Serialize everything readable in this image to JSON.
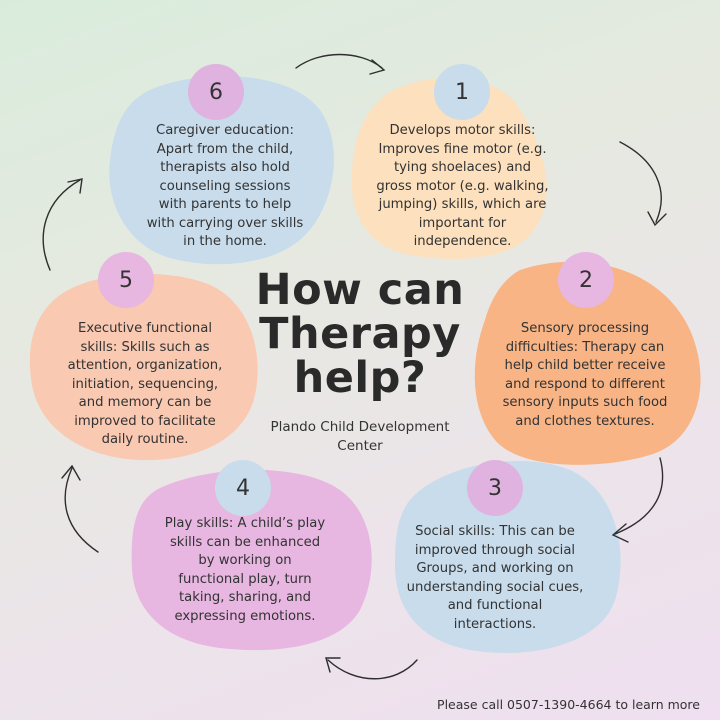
{
  "title": {
    "line1": "How can",
    "line2": "Therapy",
    "line3": "help?"
  },
  "subtitle": {
    "line1": "Plando Child Development",
    "line2": "Center"
  },
  "footer": "Please call 0507-1390-4664  to learn more",
  "colors": {
    "peach": "#fde0bd",
    "orange": "#f9b485",
    "blue": "#c8dcec",
    "pink": "#e7b6e1",
    "salmon": "#f9c9b2",
    "lavender_badge": "#e7b6e1",
    "blue_badge": "#c8dcec",
    "pink_badge": "#dfb2df"
  },
  "cards": [
    {
      "number": "1",
      "lines": [
        "Develops motor skills:",
        "Improves fine motor (e.g.",
        "tying shoelaces) and",
        "gross motor (e.g. walking,",
        "jumping) skills, which are",
        "important for",
        "independence."
      ]
    },
    {
      "number": "2",
      "lines": [
        "Sensory processing",
        "difficulties: Therapy can",
        "help child better receive",
        "and respond to different",
        "sensory inputs such food",
        "and clothes textures."
      ]
    },
    {
      "number": "3",
      "lines": [
        "Social skills: This can be",
        "improved through social",
        "Groups, and working on",
        "understanding social cues,",
        "and functional",
        "interactions."
      ]
    },
    {
      "number": "4",
      "lines": [
        "Play skills: A child’s play",
        "skills can be enhanced",
        "by working on",
        "functional play, turn",
        "taking, sharing, and",
        "expressing emotions."
      ]
    },
    {
      "number": "5",
      "lines": [
        "Executive functional",
        "skills: Skills such as",
        "attention, organization,",
        "initiation, sequencing,",
        "and memory can be",
        "improved to facilitate",
        "daily routine."
      ]
    },
    {
      "number": "6",
      "lines": [
        "Caregiver education:",
        "Apart from the child,",
        "therapists also hold",
        "counseling sessions",
        "with parents  to help",
        "with carrying over skills",
        "in the home."
      ]
    }
  ]
}
